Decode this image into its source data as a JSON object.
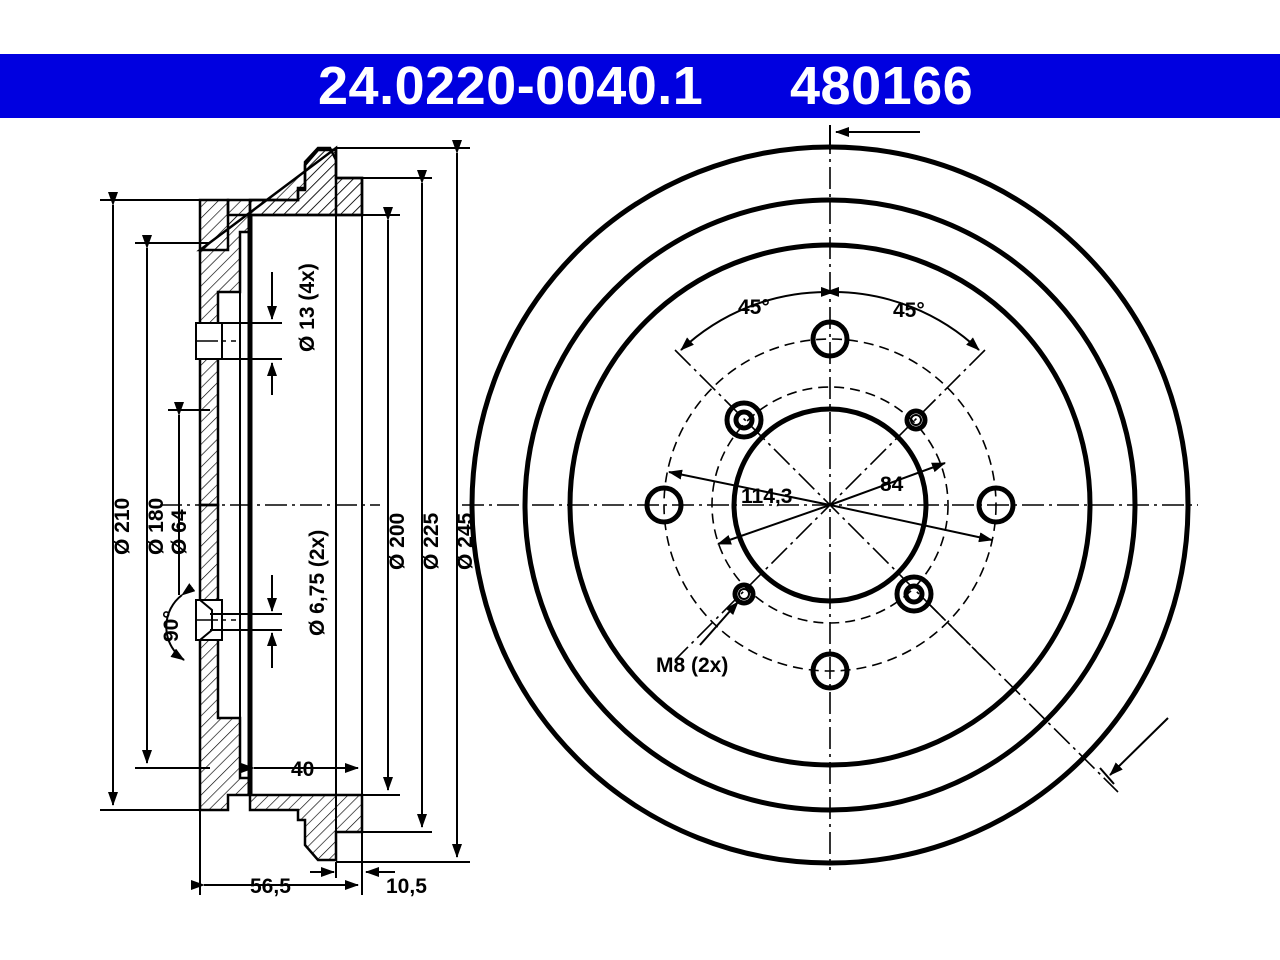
{
  "header": {
    "part_number": "24.0220-0040.1",
    "ref_number": "480166",
    "background_color": "#0000e0",
    "text_color": "#ffffff"
  },
  "side_view": {
    "dia_outer": "Ø 245",
    "dia_225": "Ø 225",
    "dia_210": "Ø 210",
    "dia_200": "Ø 200",
    "dia_180": "Ø 180",
    "dia_64": "Ø 64",
    "hole_13": "Ø 13 (4x)",
    "hole_675": "Ø 6,75 (2x)",
    "angle_90": "90°",
    "width_40": "40",
    "length_565": "56,5",
    "offset_105": "10,5"
  },
  "front_view": {
    "angle_left": "45°",
    "angle_right": "45°",
    "pcd": "114,3",
    "center_bore": "84",
    "thread": "M8 (2x)"
  }
}
